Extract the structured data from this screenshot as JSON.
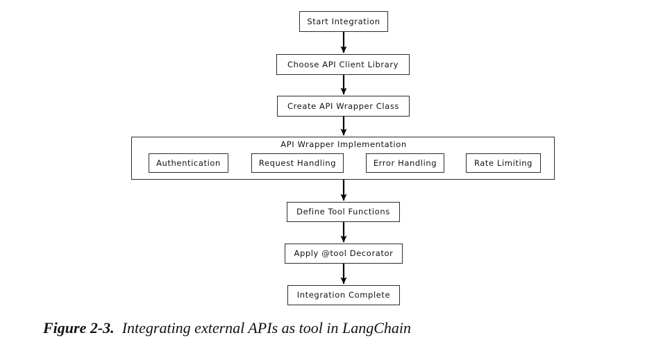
{
  "figure": {
    "label": "Figure 2-3.",
    "text": "Integrating external APIs as tool in LangChain"
  },
  "diagram": {
    "type": "flowchart",
    "orientation": "top-to-bottom",
    "nodes": [
      {
        "id": "start",
        "label": "Start Integration"
      },
      {
        "id": "choose",
        "label": "Choose API Client Library"
      },
      {
        "id": "create",
        "label": "Create API Wrapper Class"
      },
      {
        "id": "define",
        "label": "Define Tool Functions"
      },
      {
        "id": "apply",
        "label": "Apply @tool Decorator"
      },
      {
        "id": "complete",
        "label": "Integration Complete"
      }
    ],
    "subgraph": {
      "title": "API Wrapper Implementation",
      "items": [
        {
          "id": "auth",
          "label": "Authentication"
        },
        {
          "id": "request",
          "label": "Request Handling"
        },
        {
          "id": "error",
          "label": "Error Handling"
        },
        {
          "id": "rate",
          "label": "Rate Limiting"
        }
      ]
    },
    "edges": [
      {
        "from": "start",
        "to": "choose"
      },
      {
        "from": "choose",
        "to": "create"
      },
      {
        "from": "create",
        "to": "subgraph"
      },
      {
        "from": "subgraph",
        "to": "define"
      },
      {
        "from": "define",
        "to": "apply"
      },
      {
        "from": "apply",
        "to": "complete"
      }
    ],
    "colors": {
      "background": "#ffffff",
      "node_fill": "#ffffff",
      "node_stroke": "#2b2b2b",
      "text": "#111111",
      "arrow": "#000000"
    }
  }
}
